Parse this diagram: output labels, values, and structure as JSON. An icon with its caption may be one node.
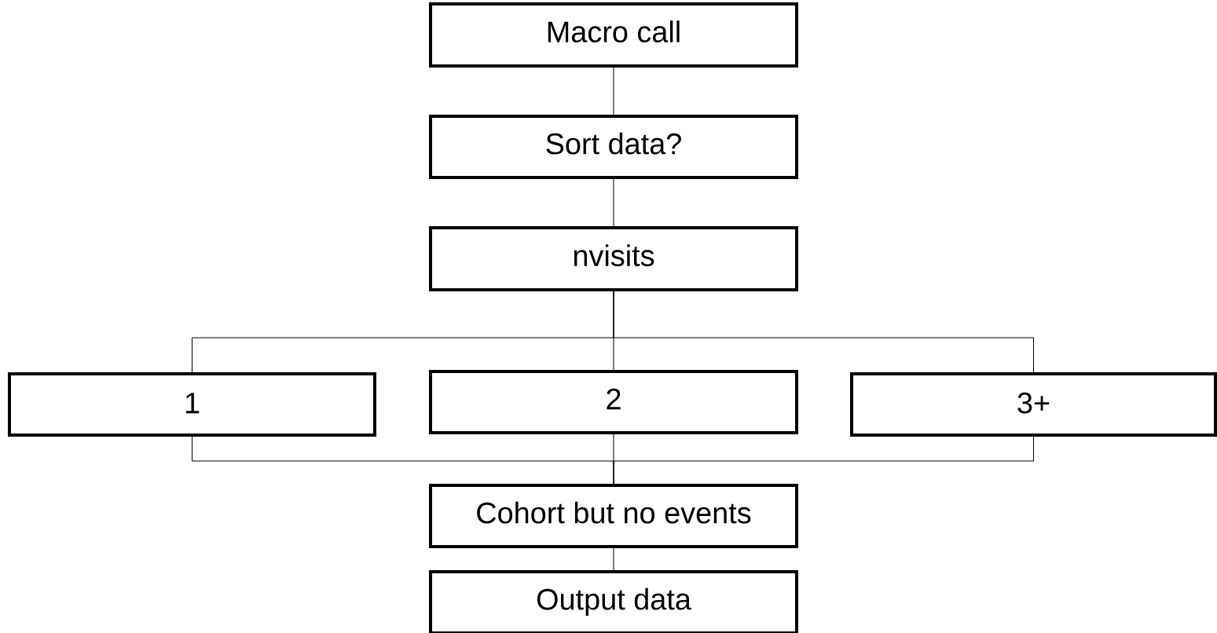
{
  "diagram": {
    "nodes": [
      {
        "text": [
          "Macro call"
        ]
      },
      {
        "text": [
          "Sort data?"
        ]
      },
      {
        "text": [
          "nvisits"
        ]
      },
      {
        "text": [
          "1"
        ]
      },
      {
        "text": [
          "2"
        ]
      },
      {
        "text": [
          "3+"
        ]
      },
      {
        "text": [
          "Cohort but no events"
        ]
      },
      {
        "text": [
          "Output data"
        ]
      }
    ],
    "edges": [
      {
        "from": 0,
        "to": 1,
        "arrow": "none"
      },
      {
        "from": 1,
        "to": 2,
        "arrow": "none"
      },
      {
        "from": 2,
        "to": 3,
        "arrow": "none"
      },
      {
        "from": 2,
        "to": 4,
        "arrow": "none"
      },
      {
        "from": 2,
        "to": 5,
        "arrow": "none"
      },
      {
        "from": 3,
        "to": 6,
        "arrow": "none"
      },
      {
        "from": 4,
        "to": 6,
        "arrow": "none"
      },
      {
        "from": 5,
        "to": 6,
        "arrow": "none"
      },
      {
        "from": 6,
        "to": 7,
        "arrow": "none"
      }
    ]
  }
}
